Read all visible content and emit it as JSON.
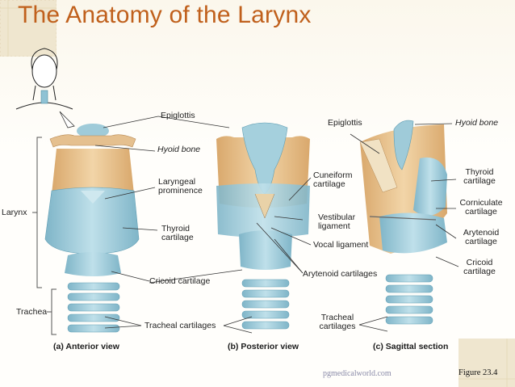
{
  "slide": {
    "title": "The Anatomy of the Larynx",
    "watermark": "pgmedicalworld.com",
    "figure_number": "Figure 23.4"
  },
  "labels": {
    "epiglottis_a": "Epiglottis",
    "hyoid_a": "Hyoid bone",
    "laryngeal_prom": "Laryngeal prominence",
    "thyroid_a": "Thyroid cartilage",
    "cricoid_a": "Cricoid cartilage",
    "tracheal_a": "Tracheal cartilages",
    "larynx_bracket": "Larynx",
    "trachea_bracket": "Trachea",
    "cuneiform": "Cuneiform cartilage",
    "vestibular": "Vestibular ligament",
    "vocal": "Vocal ligament",
    "arytenoid_b": "Arytenoid cartilages",
    "epiglottis_c": "Epiglottis",
    "hyoid_c": "Hyoid bone",
    "thyroid_c": "Thyroid cartilage",
    "corniculate": "Corniculate cartilage",
    "arytenoid_c": "Arytenoid cartilage",
    "cricoid_c": "Cricoid cartilage",
    "tracheal_c": "Tracheal cartilages"
  },
  "captions": {
    "a": "(a) Anterior view",
    "b": "(b) Posterior view",
    "c": "(c) Sagittal section"
  },
  "colors": {
    "title": "#c0601c",
    "cartilage_blue": "#a9d3df",
    "cartilage_dark": "#5f9db3",
    "membrane_tan": "#e7c08e",
    "membrane_dark": "#c99a5e"
  }
}
